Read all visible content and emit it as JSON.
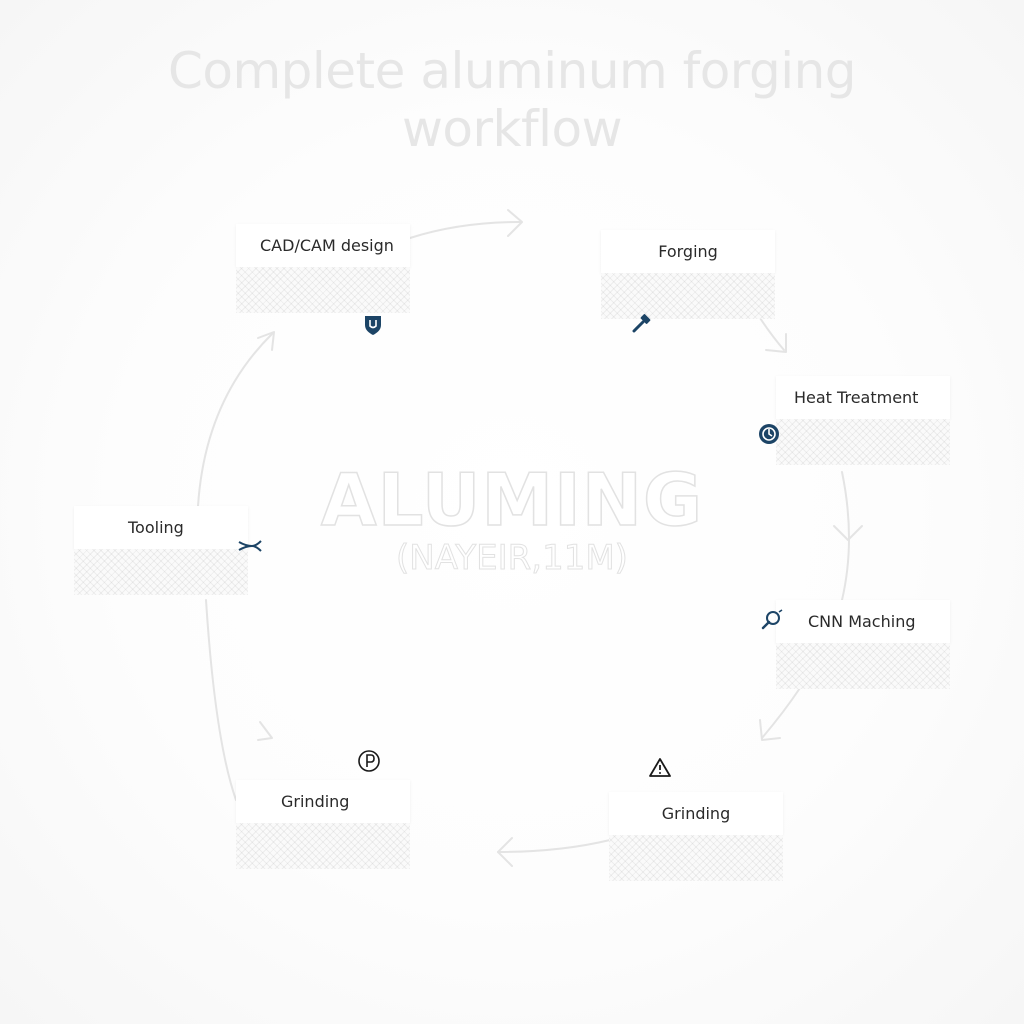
{
  "title": {
    "line1": "Complete aluminum forging",
    "line2": "workflow"
  },
  "center": {
    "title": "ALUMING",
    "subtitle": "(NAYEIR,11M)"
  },
  "steps": [
    {
      "label": "CAD/CAM design",
      "icon": "shield-icon"
    },
    {
      "label": "Forging",
      "icon": "hammer-icon"
    },
    {
      "label": "Heat Treatment",
      "icon": "gauge-icon"
    },
    {
      "label": "CNN Maching",
      "icon": "magnifier-icon"
    },
    {
      "label": "Grinding",
      "icon": "warning-icon"
    },
    {
      "label": "Grinding",
      "icon": "p-circle-icon"
    },
    {
      "label": "Tooling",
      "icon": "tongs-icon"
    }
  ],
  "colors": {
    "icon": "#1c4466",
    "arrow": "#e4e4e4",
    "title": "#e6e6e6"
  }
}
